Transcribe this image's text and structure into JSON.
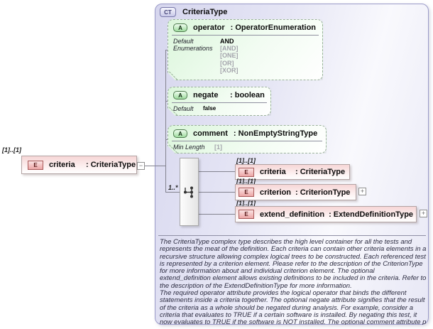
{
  "colors": {
    "container_fill": "#d9d9f0",
    "container_border": "#9a9ac8",
    "attribute_fill": "#ddf7dd",
    "attribute_border": "#9ab09a",
    "element_border": "#b3a3a3",
    "line": "#83838f",
    "muted": "#a4a4ac",
    "description_text": "#2b2b40"
  },
  "diagram": {
    "root_element": {
      "cardinality": "[1]..[1]",
      "badge": "E",
      "name": "criteria",
      "type": ": CriteriaType",
      "collapse_glyph": "−"
    },
    "complex_type": {
      "badge": "CT",
      "title": "CriteriaType",
      "attributes": [
        {
          "badge": "A",
          "name": "operator",
          "type": ": OperatorEnumeration",
          "facets": {
            "default_label": "Default",
            "default_value": "AND",
            "enum_label": "Enumerations",
            "enum_values": [
              "[AND]",
              "[ONE]",
              "[OR]",
              "[XOR]"
            ]
          }
        },
        {
          "badge": "A",
          "name": "negate",
          "type": ": boolean",
          "facets": {
            "default_label": "Default",
            "default_value": "false"
          }
        },
        {
          "badge": "A",
          "name": "comment",
          "type": ": NonEmptyStringType",
          "facets": {
            "minlen_label": "Min Length",
            "minlen_value": "[1]"
          }
        }
      ],
      "group": {
        "cardinality": "1..*",
        "icon": "choice-icon",
        "children": [
          {
            "cardinality": "[1]..[1]",
            "badge": "E",
            "name": "criteria",
            "type": ": CriteriaType"
          },
          {
            "cardinality": "[1]..[1]",
            "badge": "E",
            "name": "criterion",
            "type": ": CriterionType",
            "expand_glyph": "+"
          },
          {
            "cardinality": "[1]..[1]",
            "badge": "E",
            "name": "extend_definition",
            "type": ": ExtendDefinitionType",
            "expand_glyph": "+"
          }
        ]
      },
      "description": [
        "The CriteriaType complex type describes the high level container for all the tests and represents the meat of the definition. Each criteria can contain other criteria elements in a recursive structure allowing complex logical trees to be constructed. Each referenced test is represented by a criterion element. Please refer to the description of the CriterionType for more information about and individual criterion element. The optional extend_definition element allows existing definitions to be included in the criteria. Refer to the description of the ExtendDefinitionType for more information.",
        "The required operator attribute provides the logical operator that binds the different statements inside a criteria together. The optional negate attribute signifies that the result of the criteria as a whole should be negated during analysis. For example, consider a criteria that evaluates to TRUE if a certain software is installed. By negating this test, it now evaluates to TRUE if the software is NOT installed. The optional comment attribute p"
      ]
    }
  }
}
